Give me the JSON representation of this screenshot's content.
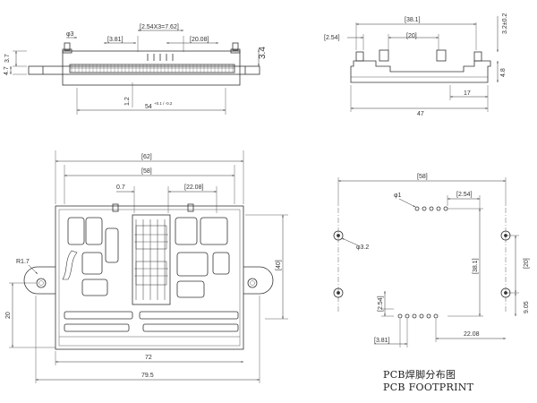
{
  "front_view": {
    "d_phi3": "φ3",
    "d_3_7": "3.7",
    "d_4_7": "4.7",
    "d_3_81": "[3.81]",
    "d_pitch": "[2.54X3=7.62]",
    "d_20_08": "[20.08]",
    "d_3_4": "3.4",
    "d_1_2": "1.2",
    "d_54": "54",
    "d_54_tol": "+0.1 / -0.2"
  },
  "side_view": {
    "d_38_1": "[38.1]",
    "d_3_2": "3.2±0.2",
    "d_2_54": "[2.54]",
    "d_20": "[20]",
    "d_4_8": "4.8",
    "d_17": "17",
    "d_47": "47"
  },
  "top_view": {
    "d_62": "[62]",
    "d_58": "[58]",
    "d_0_7": "0.7",
    "d_22_08": "[22.08]",
    "d_r1_7": "R1.7",
    "d_40": "[40]",
    "d_20": "20",
    "d_72": "72",
    "d_79_5": "79.5"
  },
  "footprint": {
    "d_58": "[58]",
    "d_phi1": "φ1",
    "d_2_54_top": "[2.54]",
    "d_phi3_2": "φ3.2",
    "d_38_1": "[38.1]",
    "d_20": "[20]",
    "d_9_05": "9.05",
    "d_2_54_left": "[2.54]",
    "d_3_81": "[3.81]",
    "d_22_08": "22.08"
  },
  "captions": {
    "cn": "PCB焊脚分布图",
    "en": "PCB FOOTPRINT"
  }
}
